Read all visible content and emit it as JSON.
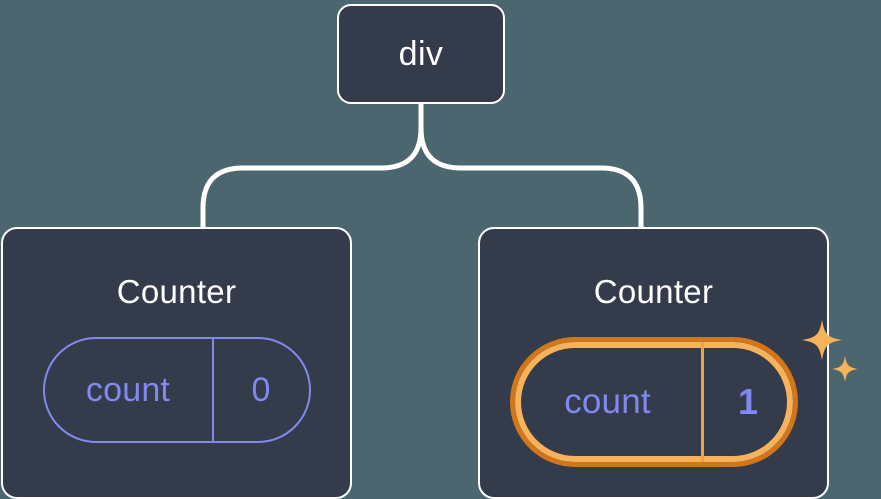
{
  "diagram": {
    "type": "component-tree",
    "background_color": "#4c666f",
    "node_fill_color": "#343b4a",
    "node_border_color": "#ffffff",
    "edge_color": "#ffffff",
    "accent_state_color": "#8189f0",
    "highlight_outer_color": "#d1761a",
    "highlight_inner_color": "#f7b35c",
    "sparkle_color": "#f7b35c"
  },
  "root": {
    "label": "div"
  },
  "children": [
    {
      "label": "Counter",
      "state": {
        "key": "count",
        "value": "0"
      },
      "highlighted": false,
      "sparkles": false
    },
    {
      "label": "Counter",
      "state": {
        "key": "count",
        "value": "1"
      },
      "highlighted": true,
      "sparkles": true
    }
  ],
  "icons": {
    "sparkle_large": "sparkle-icon",
    "sparkle_small": "sparkle-icon"
  }
}
